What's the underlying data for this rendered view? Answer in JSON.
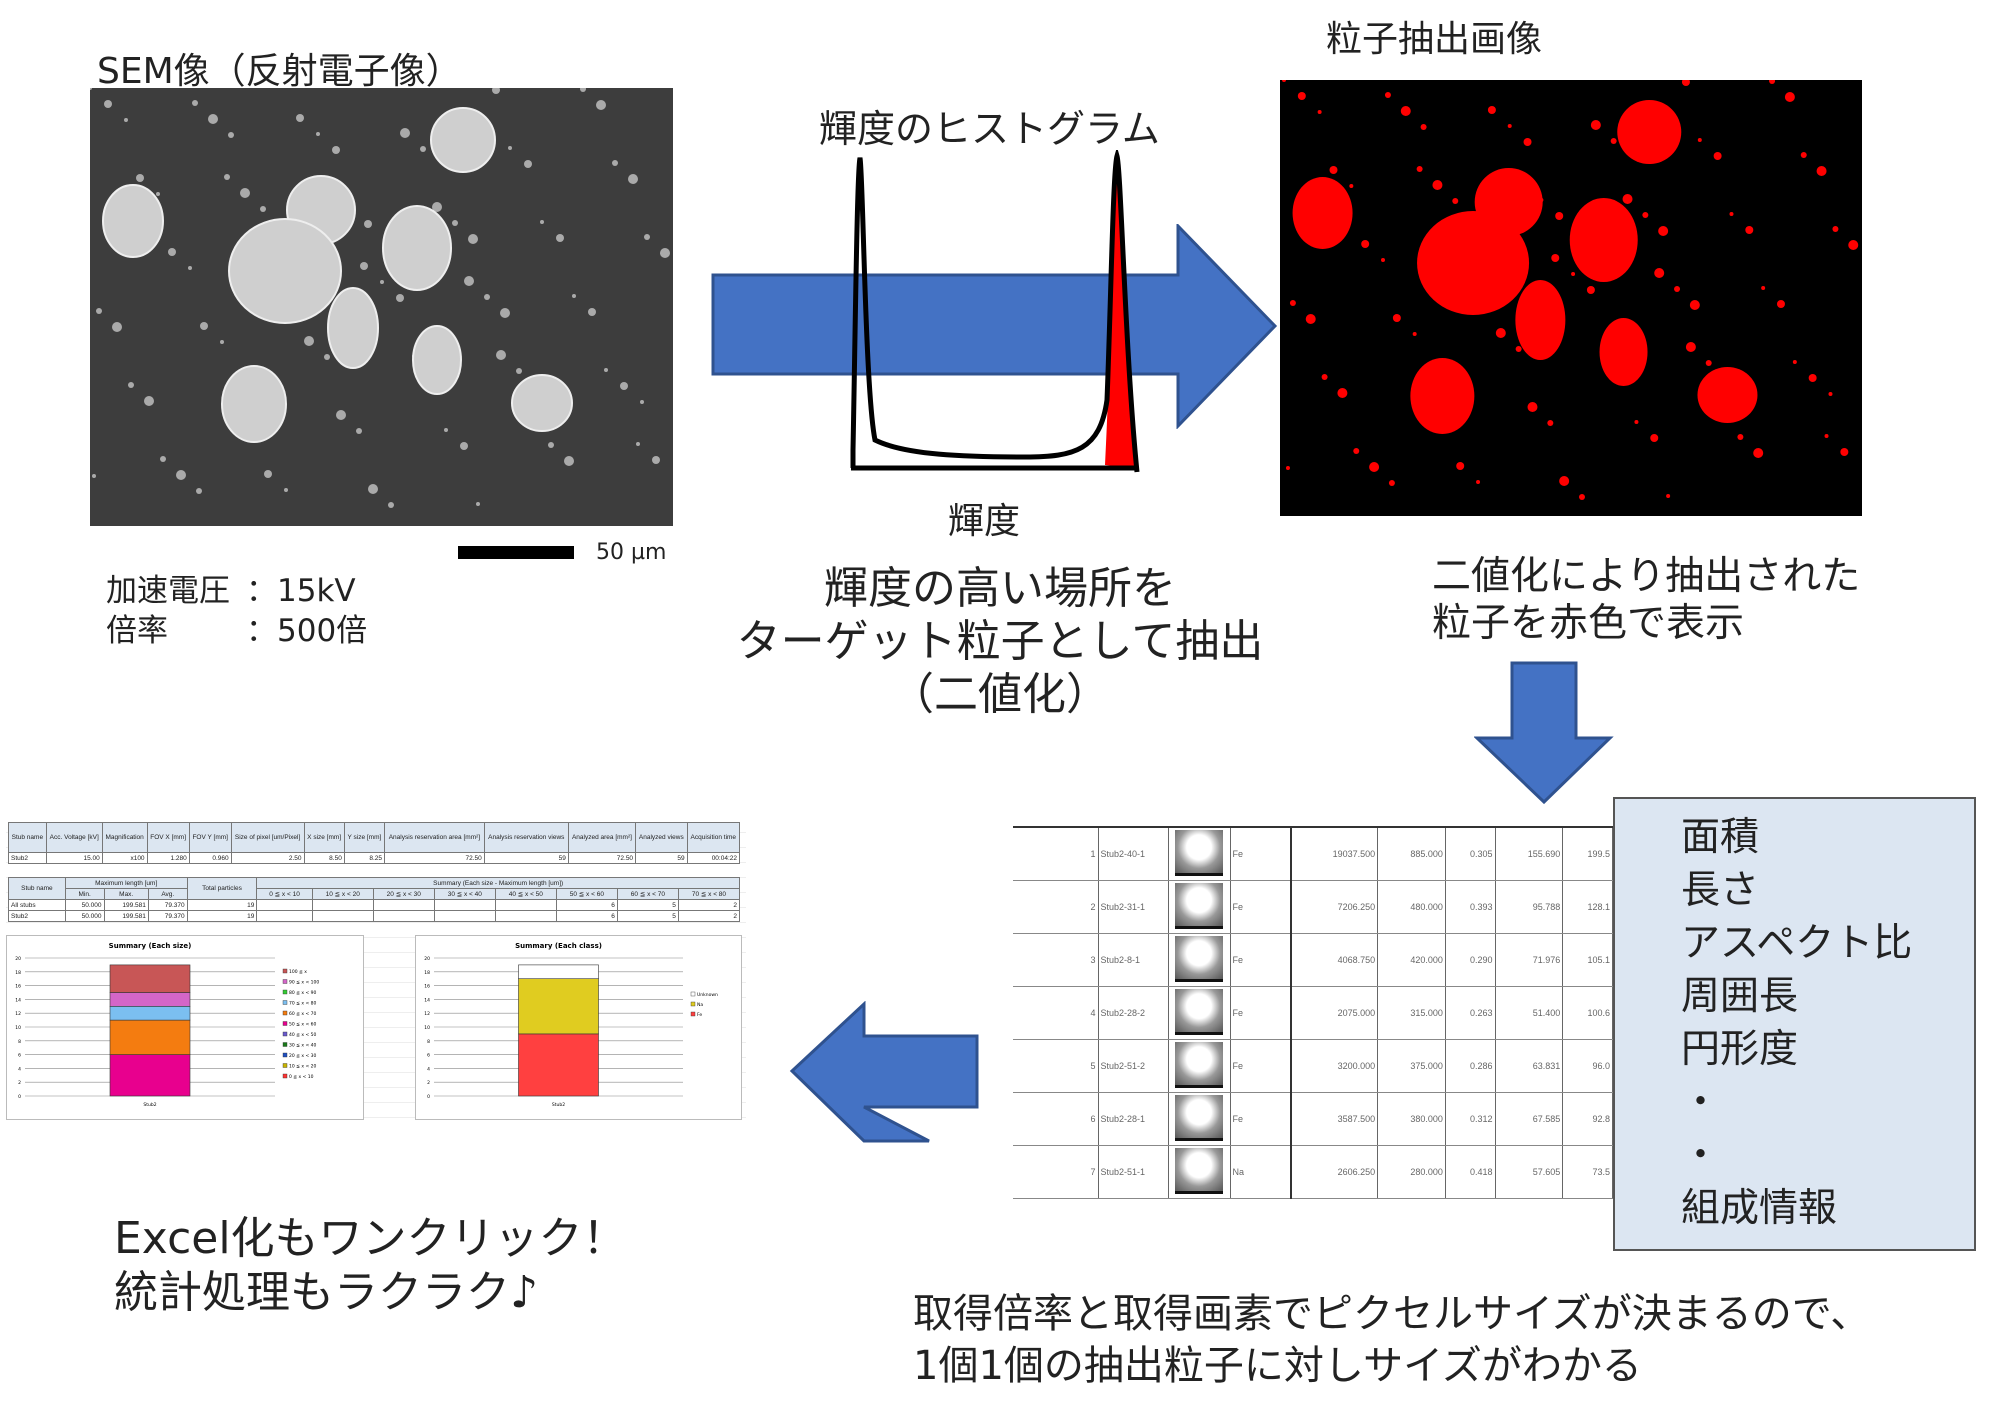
{
  "sem": {
    "title": "SEM像（反射電子像）",
    "scale_label": "50 µm",
    "voltage_label": "加速電圧",
    "voltage_value": "：15kV",
    "mag_label": "倍率",
    "mag_value": "：500倍"
  },
  "histogram": {
    "title": "輝度のヒストグラム",
    "xlabel": "輝度"
  },
  "middle_caption": [
    "輝度の高い場所を",
    "ターゲット粒子として抽出",
    "（二値化）"
  ],
  "extracted": {
    "title": "粒子抽出画像",
    "caption": [
      "二値化により抽出された",
      "粒子を赤色で表示"
    ]
  },
  "properties": [
    "面積",
    "長さ",
    "アスペクト比",
    "周囲長",
    "円形度",
    "・",
    "・",
    "組成情報"
  ],
  "excel_caption": [
    "Excel化もワンクリック！",
    "統計処理もラクラク♪"
  ],
  "bottom_caption": [
    "取得倍率と取得画素でピクセルサイズが決まるので、",
    "1個1個の抽出粒子に対しサイズがわかる"
  ],
  "colors": {
    "arrow": "#4472c4",
    "particle": "#ff0000",
    "box": "#dce6f2"
  },
  "excel": {
    "table1": {
      "headers": [
        "Stub name",
        "Acc. Voltage [kV]",
        "Magnification",
        "FOV X [mm]",
        "FOV Y [mm]",
        "Size of pixel [um/Pixel]",
        "X size [mm]",
        "Y size [mm]",
        "Analysis reservation area [mm²]",
        "Analysis reservation views",
        "Analyzed area [mm²]",
        "Analyzed views",
        "Acquisition time"
      ],
      "row": [
        "Stub2",
        "15.00",
        "x100",
        "1.280",
        "0.960",
        "2.50",
        "8.50",
        "8.25",
        "72.50",
        "59",
        "72.50",
        "59",
        "00:04:22"
      ]
    },
    "table2": {
      "h_stub": "Stub name",
      "h_maxlen": "Maximum length [um]",
      "h_total": "Total particles",
      "h_summary": "Summary (Each size - Maximum length [um])",
      "sub": [
        "Min.",
        "Max.",
        "Avg."
      ],
      "bins": [
        "0 ≦ x < 10",
        "10 ≦ x < 20",
        "20 ≦ x < 30",
        "30 ≦ x < 40",
        "40 ≦ x < 50",
        "50 ≦ x < 60",
        "60 ≦ x < 70",
        "70 ≦ x < 80"
      ],
      "rows": [
        [
          "All stubs",
          "50.000",
          "199.581",
          "79.370",
          "19",
          "",
          "",
          "",
          "",
          "",
          "6",
          "5",
          "2"
        ],
        [
          "Stub2",
          "50.000",
          "199.581",
          "79.370",
          "19",
          "",
          "",
          "",
          "",
          "",
          "6",
          "5",
          "2"
        ]
      ]
    }
  },
  "chart_data": [
    {
      "type": "bar",
      "stacked": true,
      "title": "Summary (Each size)",
      "categories": [
        "Stub2"
      ],
      "ylim": [
        0,
        20
      ],
      "yticks": [
        0,
        2,
        4,
        6,
        8,
        10,
        12,
        14,
        16,
        18,
        20
      ],
      "legend": "right",
      "series": [
        {
          "name": "0 ≦ x < 10",
          "values": [
            0
          ],
          "color": "#ff3333"
        },
        {
          "name": "10 ≦ x < 20",
          "values": [
            0
          ],
          "color": "#c8b400"
        },
        {
          "name": "20 ≦ x < 30",
          "values": [
            0
          ],
          "color": "#1f4fc0"
        },
        {
          "name": "30 ≦ x < 40",
          "values": [
            0
          ],
          "color": "#1a7a1a"
        },
        {
          "name": "40 ≦ x < 50",
          "values": [
            0
          ],
          "color": "#6a5acd"
        },
        {
          "name": "50 ≦ x < 60",
          "values": [
            6
          ],
          "color": "#e8008e"
        },
        {
          "name": "60 ≦ x < 70",
          "values": [
            5
          ],
          "color": "#f47c10"
        },
        {
          "name": "70 ≦ x < 80",
          "values": [
            2
          ],
          "color": "#7bbff0"
        },
        {
          "name": "80 ≦ x < 90",
          "values": [
            0
          ],
          "color": "#33cc33"
        },
        {
          "name": "90 ≦ x < 100",
          "values": [
            2
          ],
          "color": "#d466c8"
        },
        {
          "name": "100 ≦ x",
          "values": [
            4
          ],
          "color": "#c85656"
        }
      ]
    },
    {
      "type": "bar",
      "stacked": true,
      "title": "Summary (Each class)",
      "categories": [
        "Stub2"
      ],
      "ylim": [
        0,
        20
      ],
      "yticks": [
        0,
        2,
        4,
        6,
        8,
        10,
        12,
        14,
        16,
        18,
        20
      ],
      "legend": "right",
      "series": [
        {
          "name": "Fe",
          "values": [
            9
          ],
          "color": "#ff4040"
        },
        {
          "name": "Na",
          "values": [
            8
          ],
          "color": "#e0cc20"
        },
        {
          "name": "Unknown",
          "values": [
            2
          ],
          "color": "#ffffff"
        }
      ]
    }
  ],
  "particles": [
    {
      "no": "1",
      "name": "Stub2-40-1",
      "el": "Fe",
      "v": [
        "19037.500",
        "885.000",
        "0.305",
        "155.690",
        "199.5"
      ]
    },
    {
      "no": "2",
      "name": "Stub2-31-1",
      "el": "Fe",
      "v": [
        "7206.250",
        "480.000",
        "0.393",
        "95.788",
        "128.1"
      ]
    },
    {
      "no": "3",
      "name": "Stub2-8-1",
      "el": "Fe",
      "v": [
        "4068.750",
        "420.000",
        "0.290",
        "71.976",
        "105.1"
      ]
    },
    {
      "no": "4",
      "name": "Stub2-28-2",
      "el": "Fe",
      "v": [
        "2075.000",
        "315.000",
        "0.263",
        "51.400",
        "100.6"
      ]
    },
    {
      "no": "5",
      "name": "Stub2-51-2",
      "el": "Fe",
      "v": [
        "3200.000",
        "375.000",
        "0.286",
        "63.831",
        "96.0"
      ]
    },
    {
      "no": "6",
      "name": "Stub2-28-1",
      "el": "Fe",
      "v": [
        "3587.500",
        "380.000",
        "0.312",
        "67.585",
        "92.8"
      ]
    },
    {
      "no": "7",
      "name": "Stub2-51-1",
      "el": "Na",
      "v": [
        "2606.250",
        "280.000",
        "0.418",
        "57.605",
        "73.5"
      ]
    }
  ]
}
